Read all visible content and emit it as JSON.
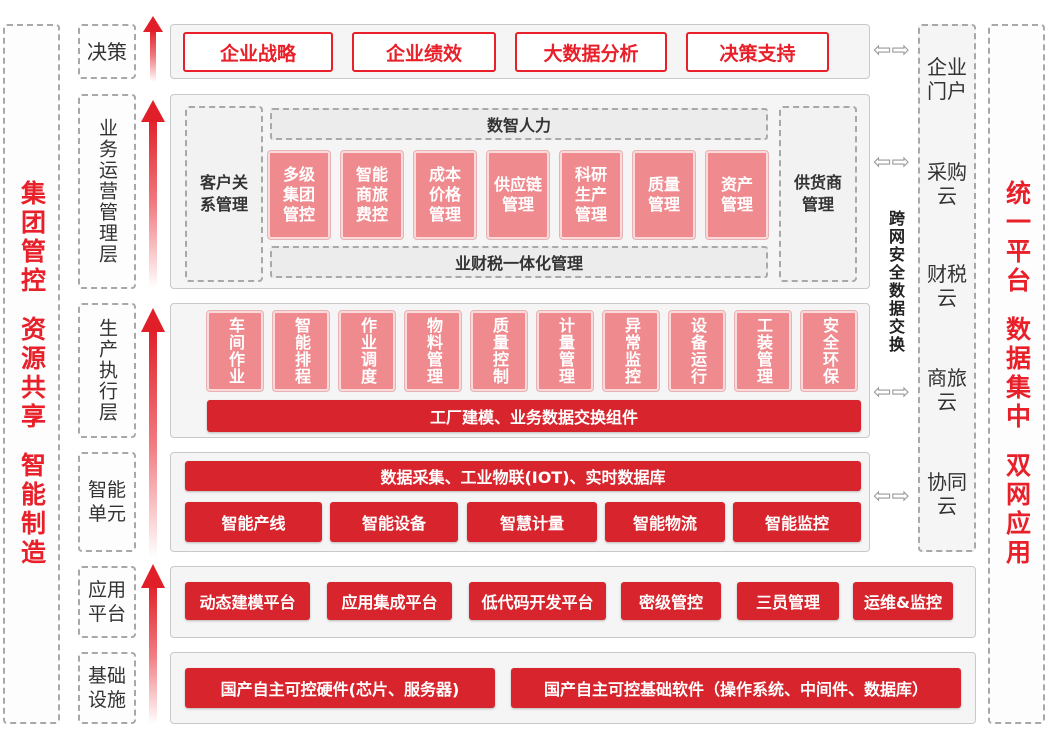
{
  "left_banner": [
    "集团管控",
    "资源共享",
    "智能制造"
  ],
  "right_banner": [
    "统一平台",
    "数据集中",
    "双网应用"
  ],
  "layers": {
    "decision": {
      "label": "决策",
      "items": [
        "企业战略",
        "企业绩效",
        "大数据分析",
        "决策支持"
      ]
    },
    "business": {
      "label": "业务运营管理层",
      "top_bar": "数智人力",
      "bottom_bar": "业财税一体化管理",
      "left_box": "客户关系管理",
      "right_box": "供货商管理",
      "modules": [
        "多级集团管控",
        "智能商旅费控",
        "成本价格管理",
        "供应链管理",
        "科研生产管理",
        "质量管理",
        "资产管理"
      ]
    },
    "production": {
      "label": "生产执行层",
      "modules": [
        "车间作业",
        "智能排程",
        "作业调度",
        "物料管理",
        "质量控制",
        "计量管理",
        "异常监控",
        "设备运行",
        "工装管理",
        "安全环保"
      ],
      "bar": "工厂建模、业务数据交换组件"
    },
    "smart_unit": {
      "label": "智能单元",
      "bar": "数据采集、工业物联(IOT)、实时数据库",
      "items": [
        "智能产线",
        "智能设备",
        "智慧计量",
        "智能物流",
        "智能监控"
      ]
    },
    "app_platform": {
      "label": "应用平台",
      "items": [
        "动态建模平台",
        "应用集成平台",
        "低代码开发平台",
        "密级管控",
        "三员管理",
        "运维&监控"
      ]
    },
    "infrastructure": {
      "label": "基础设施",
      "items": [
        "国产自主可控硬件(芯片、服务器)",
        "国产自主可控基础软件（操作系统、中间件、数据库）"
      ]
    }
  },
  "exchange_label": "跨网安全数据交换",
  "clouds": [
    "企业门户",
    "采购云",
    "财税云",
    "商旅云",
    "协同云"
  ],
  "arrow_symbol": "⇦⇨",
  "colors": {
    "accent": "#e8202a",
    "pink": "#ef8a8e",
    "gray_border": "#a8a8a8"
  }
}
